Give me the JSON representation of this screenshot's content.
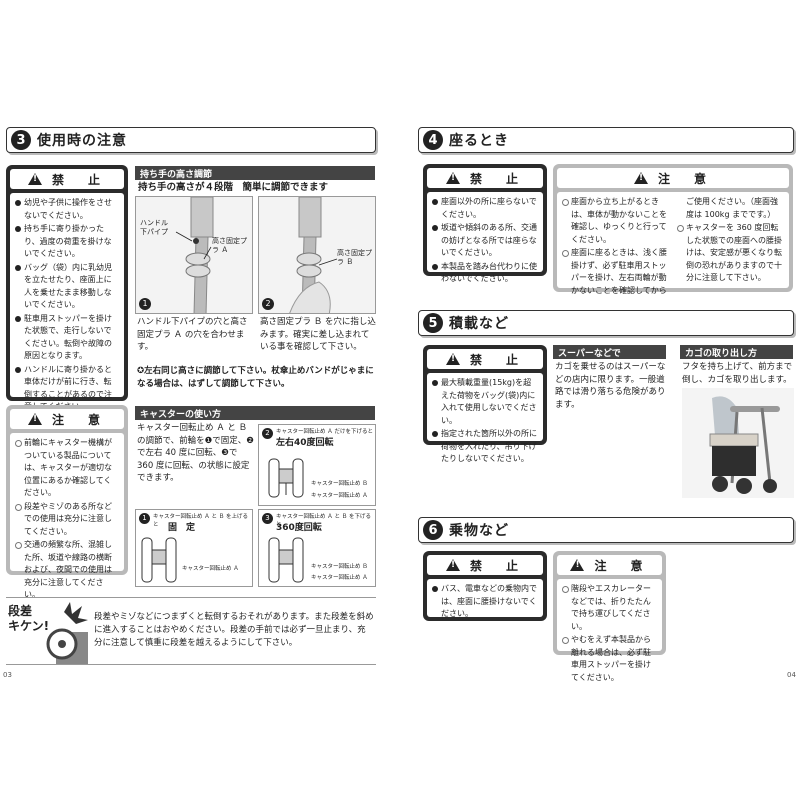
{
  "left": {
    "section3": {
      "num": "3",
      "title": "使用時の注意"
    },
    "kinshi1": {
      "title": "禁　止",
      "items": [
        "幼児や子供に操作をさせないでください。",
        "持ち手に寄り掛かったり、過度の荷重を掛けないでください。",
        "バッグ（袋）内に乳幼児を立たせたり、座面上に人を乗せたまま移動しないでください。",
        "駐車用ストッパーを掛けた状態で、走行しないでください。転倒や故障の原因となります。",
        "ハンドルに寄り掛かると車体だけが前に行き、転倒することがあるので注意してください。"
      ]
    },
    "chui1": {
      "title": "注　意",
      "items": [
        "前輪にキャスター機構がついている製品については、キャスターが適切な位置にあるか確認してください。",
        "段差やミゾのある所などでの使用は充分に注意してください。",
        "交通の頻繁な所、混雑した所、坂道や線路の横断および、夜間での使用は充分に注意してください。"
      ]
    },
    "height": {
      "header": "持ち手の高さ調節",
      "subtitle": "持ち手の高さが４段階　簡単に調節できます",
      "label_handle": "ハンドル下パイプ",
      "label_pla_a": "高さ固定プラ Ａ",
      "label_pla_b": "高さ固定プラ Ｂ",
      "step1_num": "1",
      "step2_num": "2",
      "step1_text": "ハンドル下パイプの穴と高さ固定プラ Ａ の穴を合わせます。",
      "step2_text": "高さ固定プラ Ｂ を穴に指し込みます。確実に差し込まれている事を確認して下さい。",
      "note": "✪左右同じ高さに調節して下さい。杖傘止めバンドがじゃまになる場合は、はずして調節して下さい。"
    },
    "caster": {
      "header": "キャスターの使い方",
      "desc": "キャスター回転止め Ａ と Ｂ の調節で、前輪を❶で固定、❷で左右 40 度に回転、❸で 360 度に回転、の状態に設定できます。",
      "d1_num": "1",
      "d1_small": "キャスター回転止め Ａ と Ｂ を上げると",
      "d1_title": "固　定",
      "d1_label_a": "キャスター回転止め Ａ",
      "d2_num": "2",
      "d2_small": "キャスター回転止め Ａ だけを下げると",
      "d2_title": "左右40度回転",
      "d2_label_b": "キャスター回転止め Ｂ",
      "d2_label_a": "キャスター回転止め Ａ",
      "d3_num": "3",
      "d3_small": "キャスター回転止め Ａ と Ｂ を下げると",
      "d3_title": "360度回転",
      "d3_label_b": "キャスター回転止め Ｂ",
      "d3_label_a": "キャスター回転止め Ａ"
    },
    "dansa": {
      "title_line1": "段差",
      "title_line2": "キケン!",
      "text": "段差やミゾなどにつまずくと転倒するおそれがあります。また段差を斜めに進入することはおやめください。段差の手前では必ず一旦止まり、充分に注意して慎重に段差を越えるようにして下さい。"
    },
    "page": "03"
  },
  "right": {
    "section4": {
      "num": "4",
      "title": "座るとき"
    },
    "kinshi4": {
      "title": "禁　止",
      "items": [
        "座面以外の所に座らないでください。",
        "坂道や傾斜のある所、交通の妨げとなる所では座らないでください。",
        "本製品を踏み台代わりに使わないでください。"
      ]
    },
    "chui4": {
      "title": "注　意",
      "items": [
        "座面から立ち上がるときは、車体が動かないことを確認し、ゆっくりと行ってください。",
        "座面に座るときは、浅く腰掛けず、必ず駐車用ストッパーを掛け、左右両輪が動かないことを確認してからご使用ください。（座面強度は 100kg までです。）",
        "キャスターを 360 度回転した状態での座面への腰掛けは、安定感が悪くなり転倒の恐れがありますので十分に注意して下さい。"
      ]
    },
    "section5": {
      "num": "5",
      "title": "積載など"
    },
    "kinshi5": {
      "title": "禁　止",
      "items": [
        "最大積載重量(15kg)を超えた荷物をバッグ(袋)内に入れて使用しないでください。",
        "指定された箇所以外の所に荷物を入れたり、吊り下げたりしないでください。"
      ]
    },
    "supermarket": {
      "header": "スーパーなどで",
      "text": "カゴを乗せるのはスーパーなどの店内に限ります。一般道路では滑り落ちる危険があります。"
    },
    "basket": {
      "header": "カゴの取り出し方",
      "text": "フタを持ち上げて、前方まで倒し、カゴを取り出します。"
    },
    "section6": {
      "num": "6",
      "title": "乗物など"
    },
    "kinshi6": {
      "title": "禁　止",
      "items": [
        "バス、電車などの乗物内では、座面に腰掛けないでください。"
      ]
    },
    "chui6": {
      "title": "注　意",
      "items": [
        "階段やエスカレーターなどでは、折りたたんで持ち運びしてください。",
        "やむをえず本製品から離れる場合は、必ず駐車用ストッパーを掛けてください。"
      ]
    },
    "page": "04"
  }
}
